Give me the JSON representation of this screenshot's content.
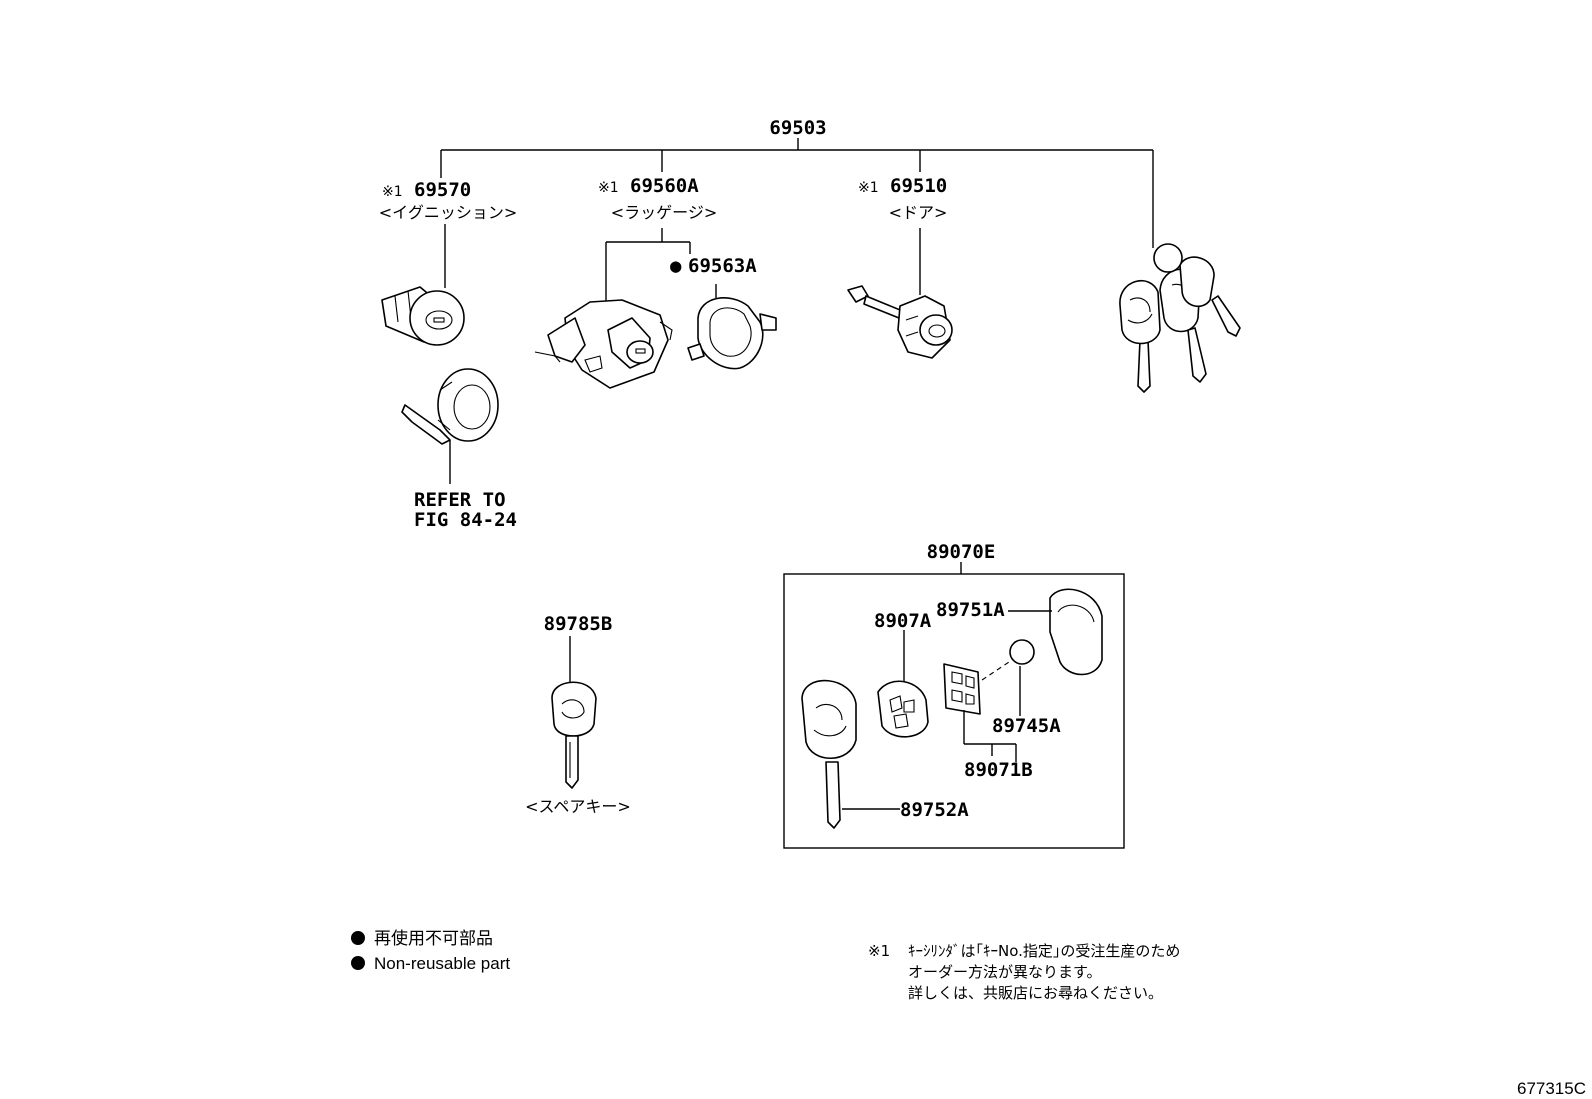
{
  "labels": {
    "assembly": "69503",
    "ignition": {
      "mark": "※1",
      "number": "69570",
      "sub": "<イグニッション>"
    },
    "luggage": {
      "mark": "※1",
      "number": "69560A",
      "sub": "<ラッゲージ>"
    },
    "gasket": {
      "bullet": "●",
      "number": "69563A"
    },
    "door": {
      "mark": "※1",
      "number": "69510",
      "sub": "<ドア>"
    },
    "refer_line1": "REFER TO",
    "refer_line2": "FIG 84-24",
    "spare_key": {
      "number": "89785B",
      "sub": "<スペアキー>"
    },
    "transmitter_set": "89070E",
    "key_housing_top": "89751A",
    "transmitter_case": "8907A",
    "battery": "89745A",
    "transmitter_board": "89071B",
    "key_body": "89752A"
  },
  "legend": {
    "jp": "再使用不可部品",
    "en": "Non-reusable part"
  },
  "note": {
    "mark": "※1",
    "line1": "ｷｰｼﾘﾝﾀﾞは｢ｷｰNo.指定｣の受注生産のため",
    "line2": "オーダー方法が異なります。",
    "line3": "詳しくは、共販店にお尋ねください。"
  },
  "figure_id": "677315C"
}
